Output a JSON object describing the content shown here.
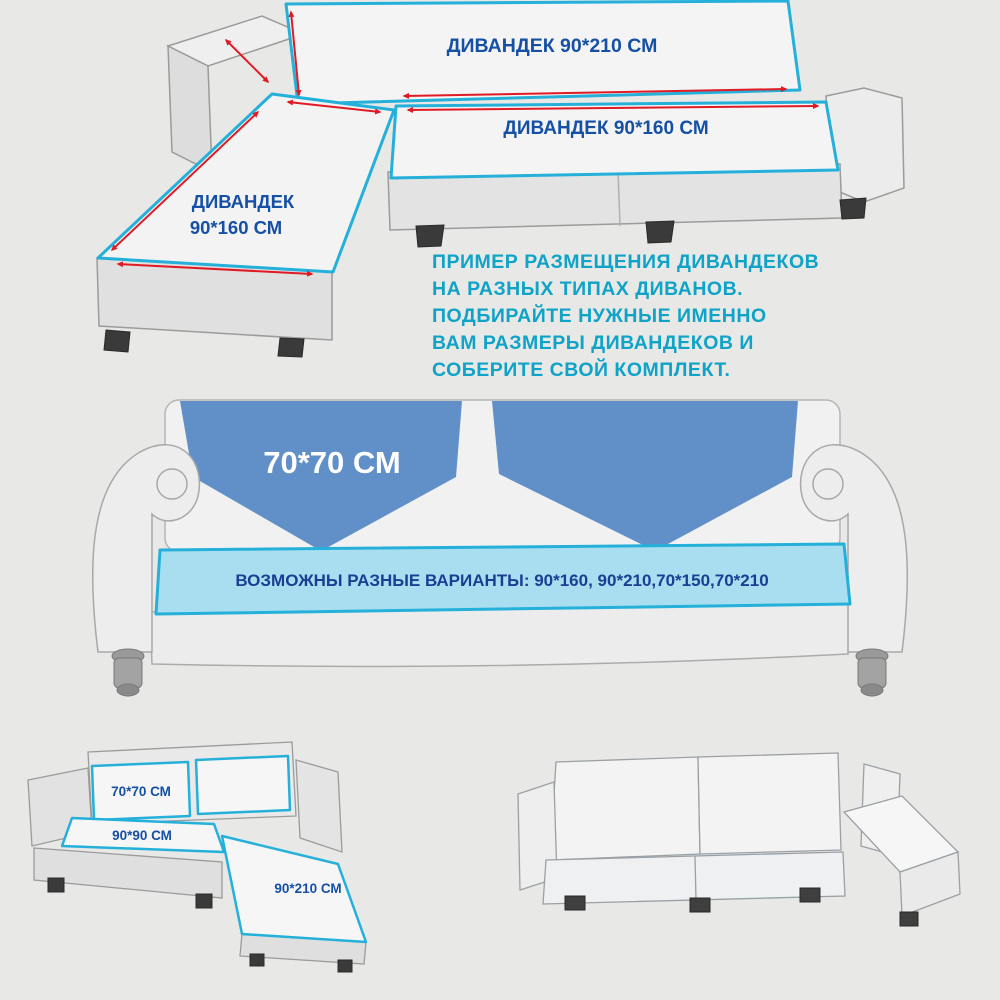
{
  "colors": {
    "background": "#e8e8e6",
    "cover_outline": "#25b0da",
    "cover_fill": "#f4f4f4",
    "dimension_arrow": "#e01b24",
    "cover_label_blue": "#1550a4",
    "info_text_teal": "#0fa3c7",
    "drape_blue": "#6190c9",
    "band_fill": "#a9ddf0",
    "band_text_navy": "#1a3e92",
    "sofa_body_gray": "#e7e7e7",
    "sofa_outline_gray": "#9b9b9b",
    "feet_dark": "#3a3a3a"
  },
  "top_diagram": {
    "back_cover_label": "ДИВАНДЕК 90*210 СМ",
    "seat_cover_label": "ДИВАНДЕК 90*160 СМ",
    "chaise_cover_label_line1": "ДИВАНДЕК",
    "chaise_cover_label_line2": "90*160 СМ"
  },
  "info_block": {
    "lines": [
      "ПРИМЕР РАЗМЕЩЕНИЯ ДИВАНДЕКОВ",
      "НА РАЗНЫХ ТИПАХ ДИВАНОВ.",
      "ПОДБИРАЙТЕ НУЖНЫЕ ИМЕННО",
      "ВАМ РАЗМЕРЫ ДИВАНДЕКОВ И",
      "СОБЕРИТЕ СВОЙ КОМПЛЕКТ."
    ]
  },
  "classic_sofa": {
    "cushion_label": "70*70 СМ",
    "seat_band_label": "ВОЗМОЖНЫ РАЗНЫЕ ВАРИАНТЫ: 90*160, 90*210,70*150,70*210"
  },
  "small_corner_sofa": {
    "back_cushion_label": "70*70 СМ",
    "seat_label": "90*90 СМ",
    "chaise_label": "90*210 СМ"
  }
}
